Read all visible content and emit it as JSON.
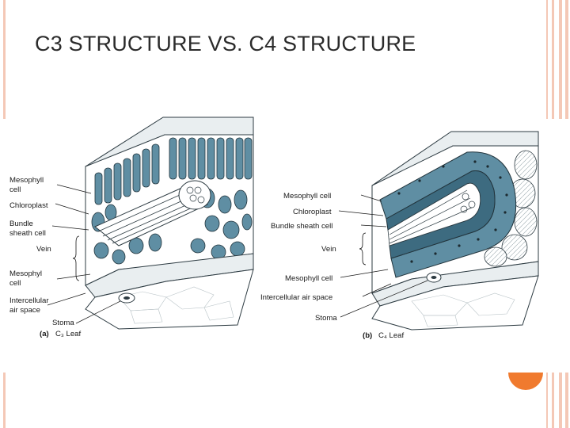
{
  "slide": {
    "title": "C3 STRUCTURE VS. C4 STRUCTURE"
  },
  "colors": {
    "accent": "#f07a2e",
    "stripe": "#f4c8b6",
    "cell_fill": "#5f8ea3",
    "cell_dark": "#3d6b80"
  },
  "c3": {
    "labels": {
      "mesophyll_1": "Mesophyll",
      "mesophyll_1b": "cell",
      "chloroplast": "Chloroplast",
      "bundle_1": "Bundle",
      "bundle_2": "sheath cell",
      "vein": "Vein",
      "mesophyl_2": "Mesophyl",
      "mesophyl_2b": "cell",
      "intercellular_1": "Intercellular",
      "intercellular_2": "air space",
      "stoma": "Stoma",
      "caption_letter": "(a)",
      "caption_text": "C₃ Leaf"
    }
  },
  "c4": {
    "labels": {
      "mesophyll": "Mesophyll cell",
      "chloroplast": "Chloroplast",
      "bundle": "Bundle sheath cell",
      "vein": "Vein",
      "mesophyll_2": "Mesophyll cell",
      "intercellular": "Intercellular air space",
      "stoma": "Stoma",
      "caption_letter": "(b)",
      "caption_text": "C₄ Leaf"
    }
  }
}
